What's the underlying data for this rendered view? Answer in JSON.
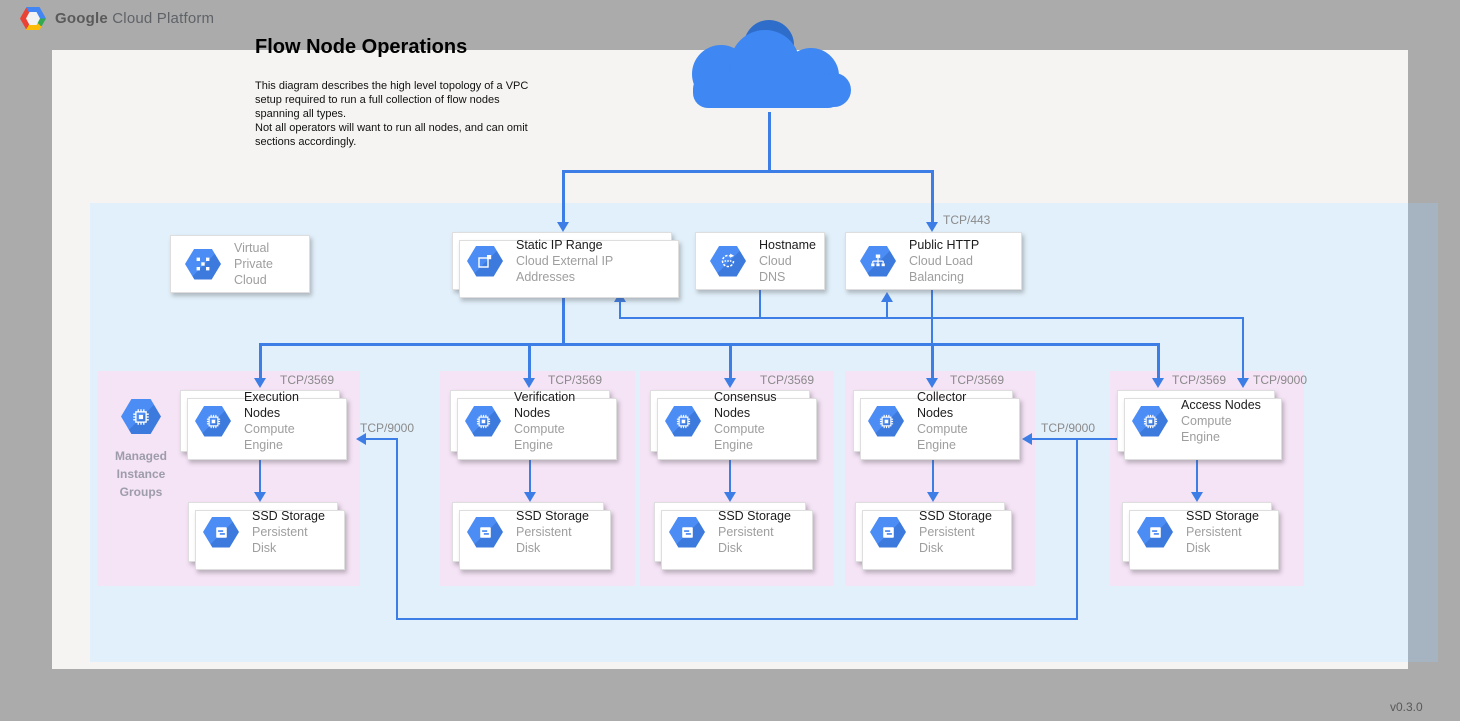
{
  "header": {
    "brand_bold": "Google",
    "brand_regular": "Cloud Platform"
  },
  "doc": {
    "title": "Flow Node Operations",
    "description": "This diagram describes the high level topology of a VPC setup required to run a full collection of flow nodes spanning all types.\nNot all operators will want to run all nodes, and can omit sections accordingly.",
    "version": "v0.3.0"
  },
  "services": {
    "vpc": {
      "title": "Virtual Private Cloud"
    },
    "static_ip": {
      "title": "Static IP Range",
      "subtitle": "Cloud External IP Addresses"
    },
    "hostname": {
      "title": "Hostname",
      "subtitle": "Cloud DNS"
    },
    "public_http": {
      "title": "Public HTTP",
      "subtitle": "Cloud Load Balancing"
    }
  },
  "mig": {
    "label": "Managed Instance Groups"
  },
  "groups": [
    {
      "id": "execution",
      "compute_title": "Execution Nodes",
      "compute_subtitle": "Compute Engine",
      "storage_title": "SSD Storage",
      "storage_subtitle": "Persistent Disk"
    },
    {
      "id": "verification",
      "compute_title": "Verification Nodes",
      "compute_subtitle": "Compute Engine",
      "storage_title": "SSD Storage",
      "storage_subtitle": "Persistent Disk"
    },
    {
      "id": "consensus",
      "compute_title": "Consensus Nodes",
      "compute_subtitle": "Compute Engine",
      "storage_title": "SSD Storage",
      "storage_subtitle": "Persistent Disk"
    },
    {
      "id": "collector",
      "compute_title": "Collector Nodes",
      "compute_subtitle": "Compute Engine",
      "storage_title": "SSD Storage",
      "storage_subtitle": "Persistent Disk"
    },
    {
      "id": "access",
      "compute_title": "Access Nodes",
      "compute_subtitle": "Compute Engine",
      "storage_title": "SSD Storage",
      "storage_subtitle": "Persistent Disk"
    }
  ],
  "ports": {
    "tcp443": "TCP/443",
    "tcp3569": "TCP/3569",
    "tcp9000": "TCP/9000"
  },
  "colors": {
    "connector_blue": "#3d7de6",
    "icon_blue": "#4285f4",
    "vpc_background": "#e2f0fb",
    "group_background": "#f5e3f6",
    "canvas_background": "#f5f4f2",
    "page_background": "#ababab"
  }
}
